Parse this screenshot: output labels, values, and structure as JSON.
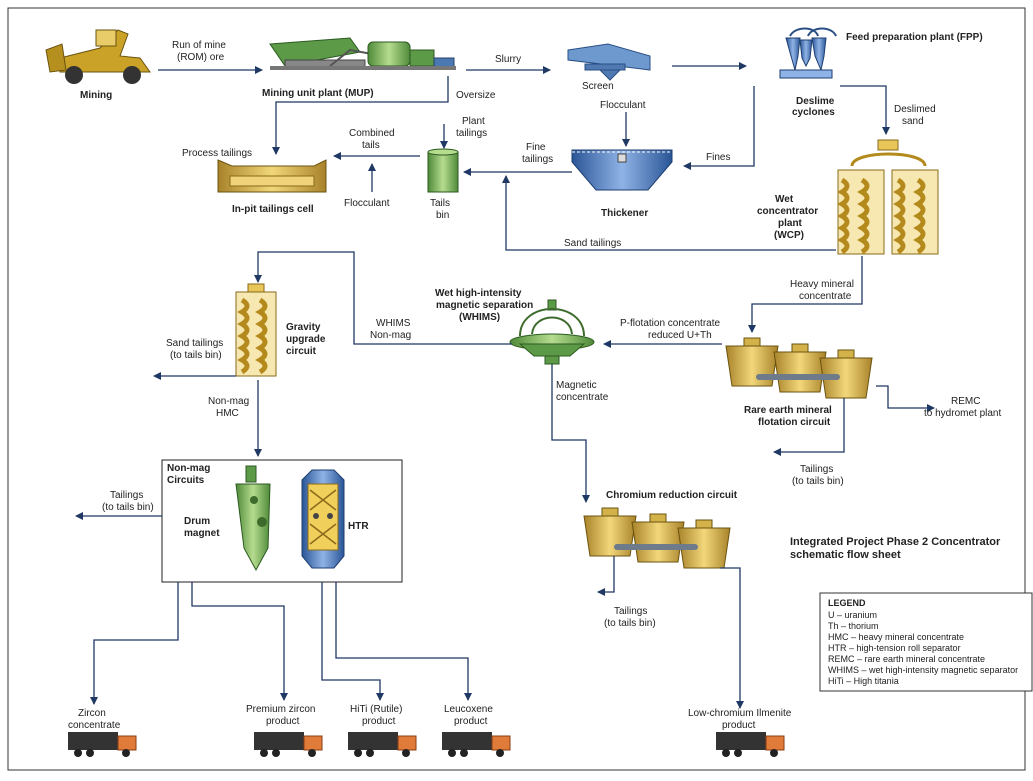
{
  "nodes": {
    "mining": "Mining",
    "mup": "Mining unit plant (MUP)",
    "screen": "Screen",
    "fpp": "Feed preparation plant (FPP)",
    "deslime": [
      "Deslime",
      "cyclones"
    ],
    "inpit": "In-pit tailings cell",
    "tailsbin": [
      "Tails",
      "bin"
    ],
    "thickener": "Thickener",
    "wcp": [
      "Wet",
      "concentrator",
      "plant",
      "(WCP)"
    ],
    "whims": [
      "Wet high-intensity",
      "magnetic separation",
      "(WHIMS)"
    ],
    "gravity": [
      "Gravity",
      "upgrade",
      "circuit"
    ],
    "rem": [
      "Rare earth mineral",
      "flotation circuit"
    ],
    "chrom": "Chromium reduction circuit",
    "nonmagbox": [
      "Non-mag",
      "Circuits"
    ],
    "drum": [
      "Drum",
      "magnet"
    ],
    "htr": "HTR"
  },
  "labels": {
    "rom": [
      "Run of mine",
      "(ROM) ore"
    ],
    "slurry": "Slurry",
    "oversize": "Oversize",
    "flocculant_top": "Flocculant",
    "deslimed": [
      "Deslimed",
      "sand"
    ],
    "plant_tailings": [
      "Plant",
      "tailings"
    ],
    "combined": [
      "Combined",
      "tails"
    ],
    "process_tailings": "Process tailings",
    "fine_tailings": [
      "Fine",
      "tailings"
    ],
    "fines": "Fines",
    "flocculant_bottom": "Flocculant",
    "sand_tailings": "Sand tailings",
    "hmc": [
      "Heavy mineral",
      "concentrate"
    ],
    "whims_nonmag": [
      "WHIMS",
      "Non-mag"
    ],
    "pflot": [
      "P-flotation concentrate",
      "reduced U+Th"
    ],
    "sand_tail_bin": [
      "Sand tailings",
      "(to tails bin)"
    ],
    "nonmag_hmc": [
      "Non-mag",
      "HMC"
    ],
    "magnetic": [
      "Magnetic",
      "concentrate"
    ],
    "remc": [
      "REMC",
      "to hydromet plant"
    ],
    "tail_rem": [
      "Tailings",
      "(to tails bin)"
    ],
    "tail_nonmag": [
      "Tailings",
      "(to tails bin)"
    ],
    "tail_chrom": [
      "Tailings",
      "(to tails bin)"
    ]
  },
  "products": [
    [
      "Zircon",
      "concentrate"
    ],
    [
      "Premium zircon",
      "product"
    ],
    [
      "HiTi  (Rutile)",
      "product"
    ],
    [
      "Leucoxene",
      "product"
    ],
    [
      "Low-chromium Ilmenite",
      "product"
    ]
  ],
  "title": [
    "Integrated Project Phase 2 Concentrator",
    "schematic flow sheet"
  ],
  "legend": {
    "heading": "LEGEND",
    "items": [
      "U – uranium",
      "Th – thorium",
      "HMC – heavy mineral concentrate",
      "HTR – high-tension roll separator",
      "REMC – rare earth mineral concentrate",
      "WHIMS – wet high-intensity magnetic separator",
      "HiTi – High titania"
    ]
  },
  "colors": {
    "line": "#1f3864",
    "gold": "#d4b24a",
    "green": "#7aab5a",
    "blue": "#3f6fb5"
  }
}
